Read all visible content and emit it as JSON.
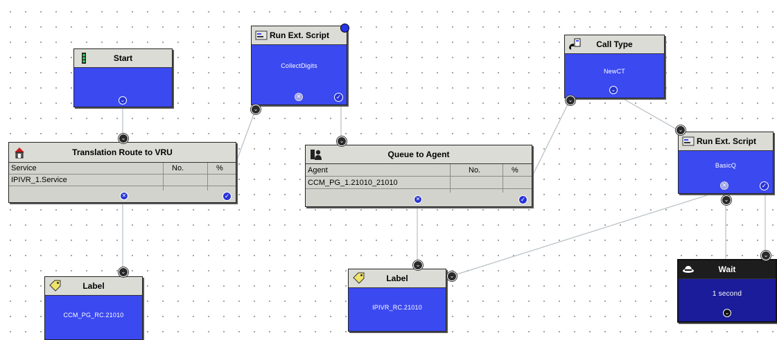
{
  "nodes": {
    "start": {
      "title": "Start"
    },
    "run_ext_collect": {
      "title": "Run Ext. Script",
      "body": "CollectDigits"
    },
    "call_type": {
      "title": "Call Type",
      "body": "NewCT"
    },
    "run_ext_basic": {
      "title": "Run Ext. Script",
      "body": "BasicQ"
    },
    "translation_route": {
      "title": "Translation Route to VRU",
      "columns": [
        "Service",
        "No.",
        "%"
      ],
      "rows": [
        [
          "IPIVR_1.Service",
          "",
          ""
        ]
      ]
    },
    "queue_to_agent": {
      "title": "Queue to Agent",
      "columns": [
        "Agent",
        "No.",
        "%"
      ],
      "rows": [
        [
          "CCM_PG_1.21010_21010",
          "",
          ""
        ]
      ]
    },
    "label_left": {
      "title": "Label",
      "body": "CCM_PG_RC.21010"
    },
    "label_center": {
      "title": "Label",
      "body": "IPIVR_RC.21010"
    },
    "wait": {
      "title": "Wait",
      "body": "1 second"
    }
  },
  "symbols": {
    "down": "⌄",
    "failure": "✕",
    "success": "✓"
  },
  "colors": {
    "node_body": "#3b49f0",
    "node_header": "#dcdcd6",
    "wait_body": "#1a1c9a",
    "wire": "#b8c0c6"
  },
  "icons": {
    "start": "traffic-light-icon",
    "run_ext_script": "script-icon",
    "call_type": "telephone-icon",
    "translation_route": "route-house-icon",
    "queue_to_agent": "agent-queue-icon",
    "label": "tag-icon",
    "wait": "hat-icon"
  }
}
